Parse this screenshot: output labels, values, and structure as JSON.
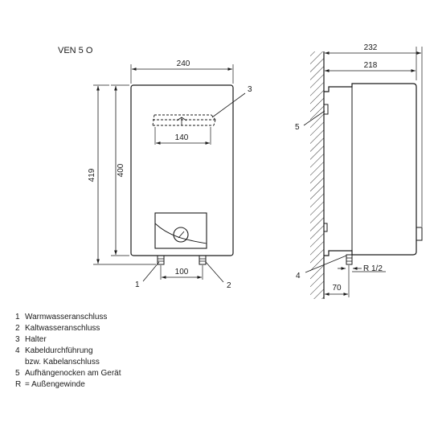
{
  "model_label": "VEN 5 O",
  "front_view": {
    "width_dim": "240",
    "height_dim": "400",
    "total_height_dim": "419",
    "bracket_dim": "140",
    "connection_spacing_dim": "100",
    "callouts": [
      "1",
      "2",
      "3"
    ]
  },
  "side_view": {
    "depth_total_dim": "232",
    "depth_body_dim": "218",
    "offset_dim": "70",
    "thread_label": "R 1/2",
    "callouts": [
      "4",
      "5"
    ]
  },
  "legend": [
    {
      "key": "1",
      "text": "Warmwasseranschluss"
    },
    {
      "key": "2",
      "text": "Kaltwasseranschluss"
    },
    {
      "key": "3",
      "text": "Halter"
    },
    {
      "key": "4",
      "text": "Kabeldurchführung"
    },
    {
      "key": "",
      "text": "bzw. Kabelanschluss"
    },
    {
      "key": "5",
      "text": "Aufhängenocken am Gerät"
    },
    {
      "key": "R",
      "text": "= Außengewinde"
    }
  ],
  "colors": {
    "line": "#1a1a1a",
    "background": "#ffffff"
  }
}
